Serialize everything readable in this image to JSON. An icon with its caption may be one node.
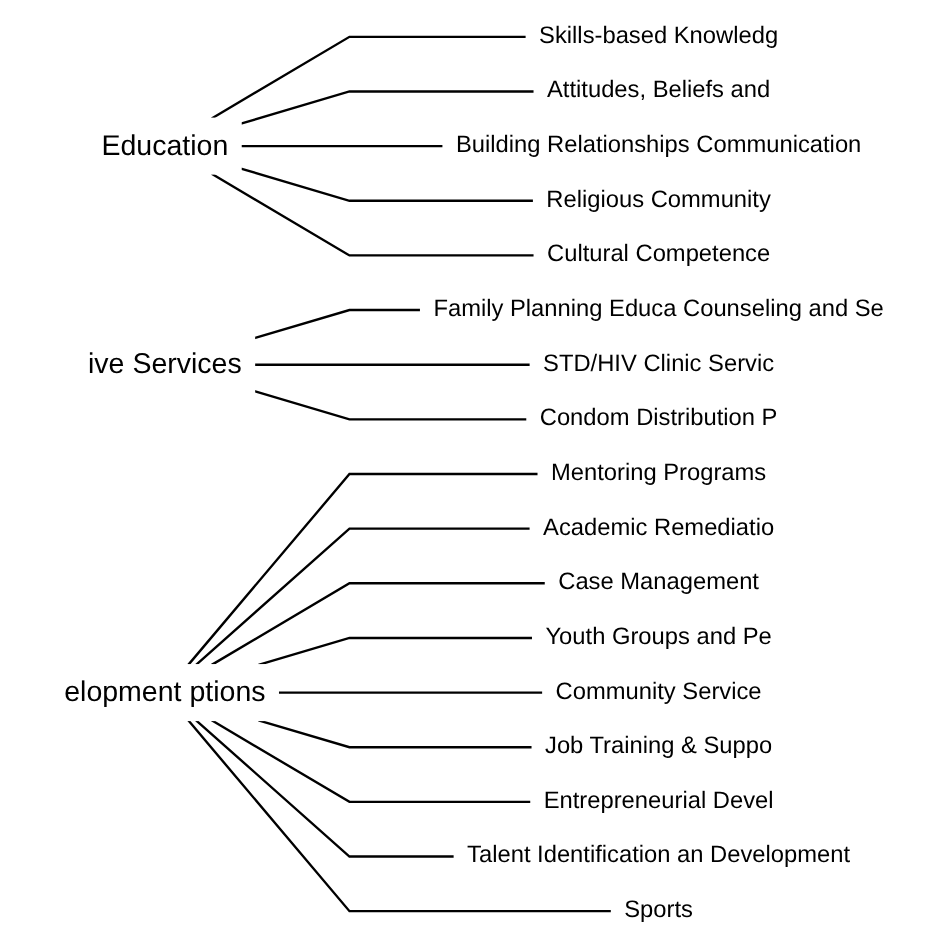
{
  "diagram": {
    "nodes": [
      {
        "text": [
          "Education"
        ]
      },
      {
        "text": [
          "Skills-based Knowledg"
        ]
      },
      {
        "text": [
          "Attitudes, Beliefs and"
        ]
      },
      {
        "text": [
          "Building Relationships Communication"
        ]
      },
      {
        "text": [
          "Religious Community"
        ]
      },
      {
        "text": [
          "Cultural Competence"
        ]
      },
      {
        "text": [
          "ive Services"
        ]
      },
      {
        "text": [
          "Family Planning Educa Counseling and Se"
        ]
      },
      {
        "text": [
          "STD/HIV Clinic Servic"
        ]
      },
      {
        "text": [
          "Condom Distribution P"
        ]
      },
      {
        "text": [
          "elopment ptions"
        ]
      },
      {
        "text": [
          "Mentoring Programs"
        ]
      },
      {
        "text": [
          "Academic Remediatio"
        ]
      },
      {
        "text": [
          "Case Management"
        ]
      },
      {
        "text": [
          "Youth Groups and Pe"
        ]
      },
      {
        "text": [
          "Community Service"
        ]
      },
      {
        "text": [
          "Job Training & Suppo"
        ]
      },
      {
        "text": [
          "Entrepreneurial Devel"
        ]
      },
      {
        "text": [
          "Talent Identification an Development"
        ]
      },
      {
        "text": [
          "Sports"
        ]
      }
    ],
    "edges": [
      {
        "from": 0,
        "to": 1,
        "arrow": "none"
      },
      {
        "from": 0,
        "to": 2,
        "arrow": "none"
      },
      {
        "from": 0,
        "to": 3,
        "arrow": "none"
      },
      {
        "from": 0,
        "to": 4,
        "arrow": "none"
      },
      {
        "from": 0,
        "to": 5,
        "arrow": "none"
      },
      {
        "from": 6,
        "to": 7,
        "arrow": "none"
      },
      {
        "from": 6,
        "to": 8,
        "arrow": "none"
      },
      {
        "from": 6,
        "to": 9,
        "arrow": "none"
      },
      {
        "from": 10,
        "to": 11,
        "arrow": "none"
      },
      {
        "from": 10,
        "to": 12,
        "arrow": "none"
      },
      {
        "from": 10,
        "to": 13,
        "arrow": "none"
      },
      {
        "from": 10,
        "to": 14,
        "arrow": "none"
      },
      {
        "from": 10,
        "to": 15,
        "arrow": "none"
      },
      {
        "from": 10,
        "to": 16,
        "arrow": "none"
      },
      {
        "from": 10,
        "to": 17,
        "arrow": "none"
      },
      {
        "from": 10,
        "to": 18,
        "arrow": "none"
      },
      {
        "from": 10,
        "to": 19,
        "arrow": "none"
      }
    ]
  }
}
